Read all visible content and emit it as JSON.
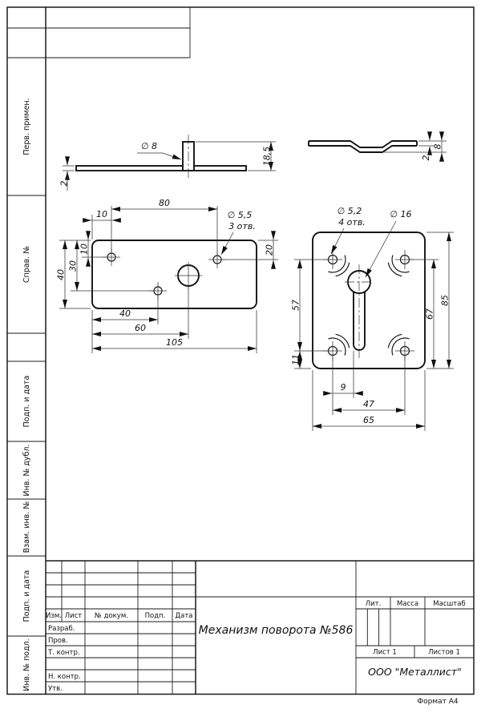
{
  "strip": {
    "s0": "Перв. примен.",
    "s1": "Справ. №",
    "s2": "Подп. и дата",
    "s3": "Инв. № дубл.",
    "s4": "Взам. инв. №",
    "s5": "Подп. и дата",
    "s6": "Инв. № подл."
  },
  "v1": {
    "d8": "∅ 8",
    "h185": "18,5",
    "t2": "2"
  },
  "v2": {
    "t2": "2",
    "h8": "8"
  },
  "v3": {
    "w80": "80",
    "t10": "10",
    "l10": "10",
    "l30": "30",
    "l40": "40",
    "r20": "20",
    "hole_d": "∅ 5,5",
    "hole_n": "3 отв.",
    "b40": "40",
    "b60": "60",
    "b105": "105"
  },
  "v4": {
    "hole_d": "∅ 5,2",
    "hole_n": "4 отв.",
    "d16": "∅ 16",
    "l57": "57",
    "l11": "11",
    "r67": "67",
    "r85": "85",
    "b9": "9",
    "b47": "47",
    "b65": "65"
  },
  "tb": {
    "h_izm": "Изм.",
    "h_list": "Лист",
    "h_doc": "№ докум.",
    "h_podp": "Подп.",
    "h_data": "Дата",
    "r0": "Разраб.",
    "r1": "Пров.",
    "r2": "Т. контр.",
    "r3": "Н. контр.",
    "r4": "Утв.",
    "title": "Механизм поворота №586",
    "lit": "Лит.",
    "mass": "Масса",
    "scale": "Масштаб",
    "sheet": "Лист 1",
    "sheets": "Листов 1",
    "company": "ООО \"Металлист\"",
    "format": "Формат А4"
  }
}
